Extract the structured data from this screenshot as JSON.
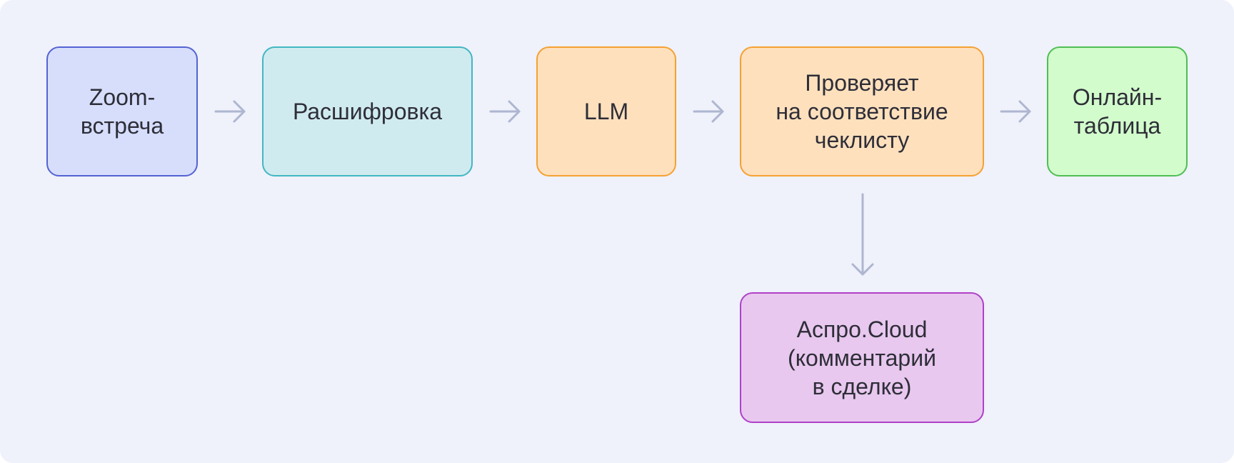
{
  "diagram": {
    "background": "#eff1fb",
    "nodes": [
      {
        "id": "zoom",
        "label": "Zoom-\nвстреча",
        "fill": "#d6defc",
        "border": "#5463d3"
      },
      {
        "id": "transcript",
        "label": "Расшифровка",
        "fill": "#d0ebef",
        "border": "#41b7c3"
      },
      {
        "id": "llm",
        "label": "LLM",
        "fill": "#ffe0bd",
        "border": "#f5a132"
      },
      {
        "id": "check",
        "label": "Проверяет\nна соответствие\nчеклисту",
        "fill": "#ffe0bd",
        "border": "#f5a132"
      },
      {
        "id": "sheet",
        "label": "Онлайн-\nтаблица",
        "fill": "#d2fccc",
        "border": "#4fbe54"
      },
      {
        "id": "crm",
        "label": "Аспро.Cloud\n(комментарий\nв сделке)",
        "fill": "#e8c8ef",
        "border": "#b040c8"
      }
    ],
    "edges": [
      {
        "from": "zoom",
        "to": "transcript"
      },
      {
        "from": "transcript",
        "to": "llm"
      },
      {
        "from": "llm",
        "to": "check"
      },
      {
        "from": "check",
        "to": "sheet"
      },
      {
        "from": "check",
        "to": "crm"
      }
    ],
    "arrow_color": "#aeb6d0"
  }
}
